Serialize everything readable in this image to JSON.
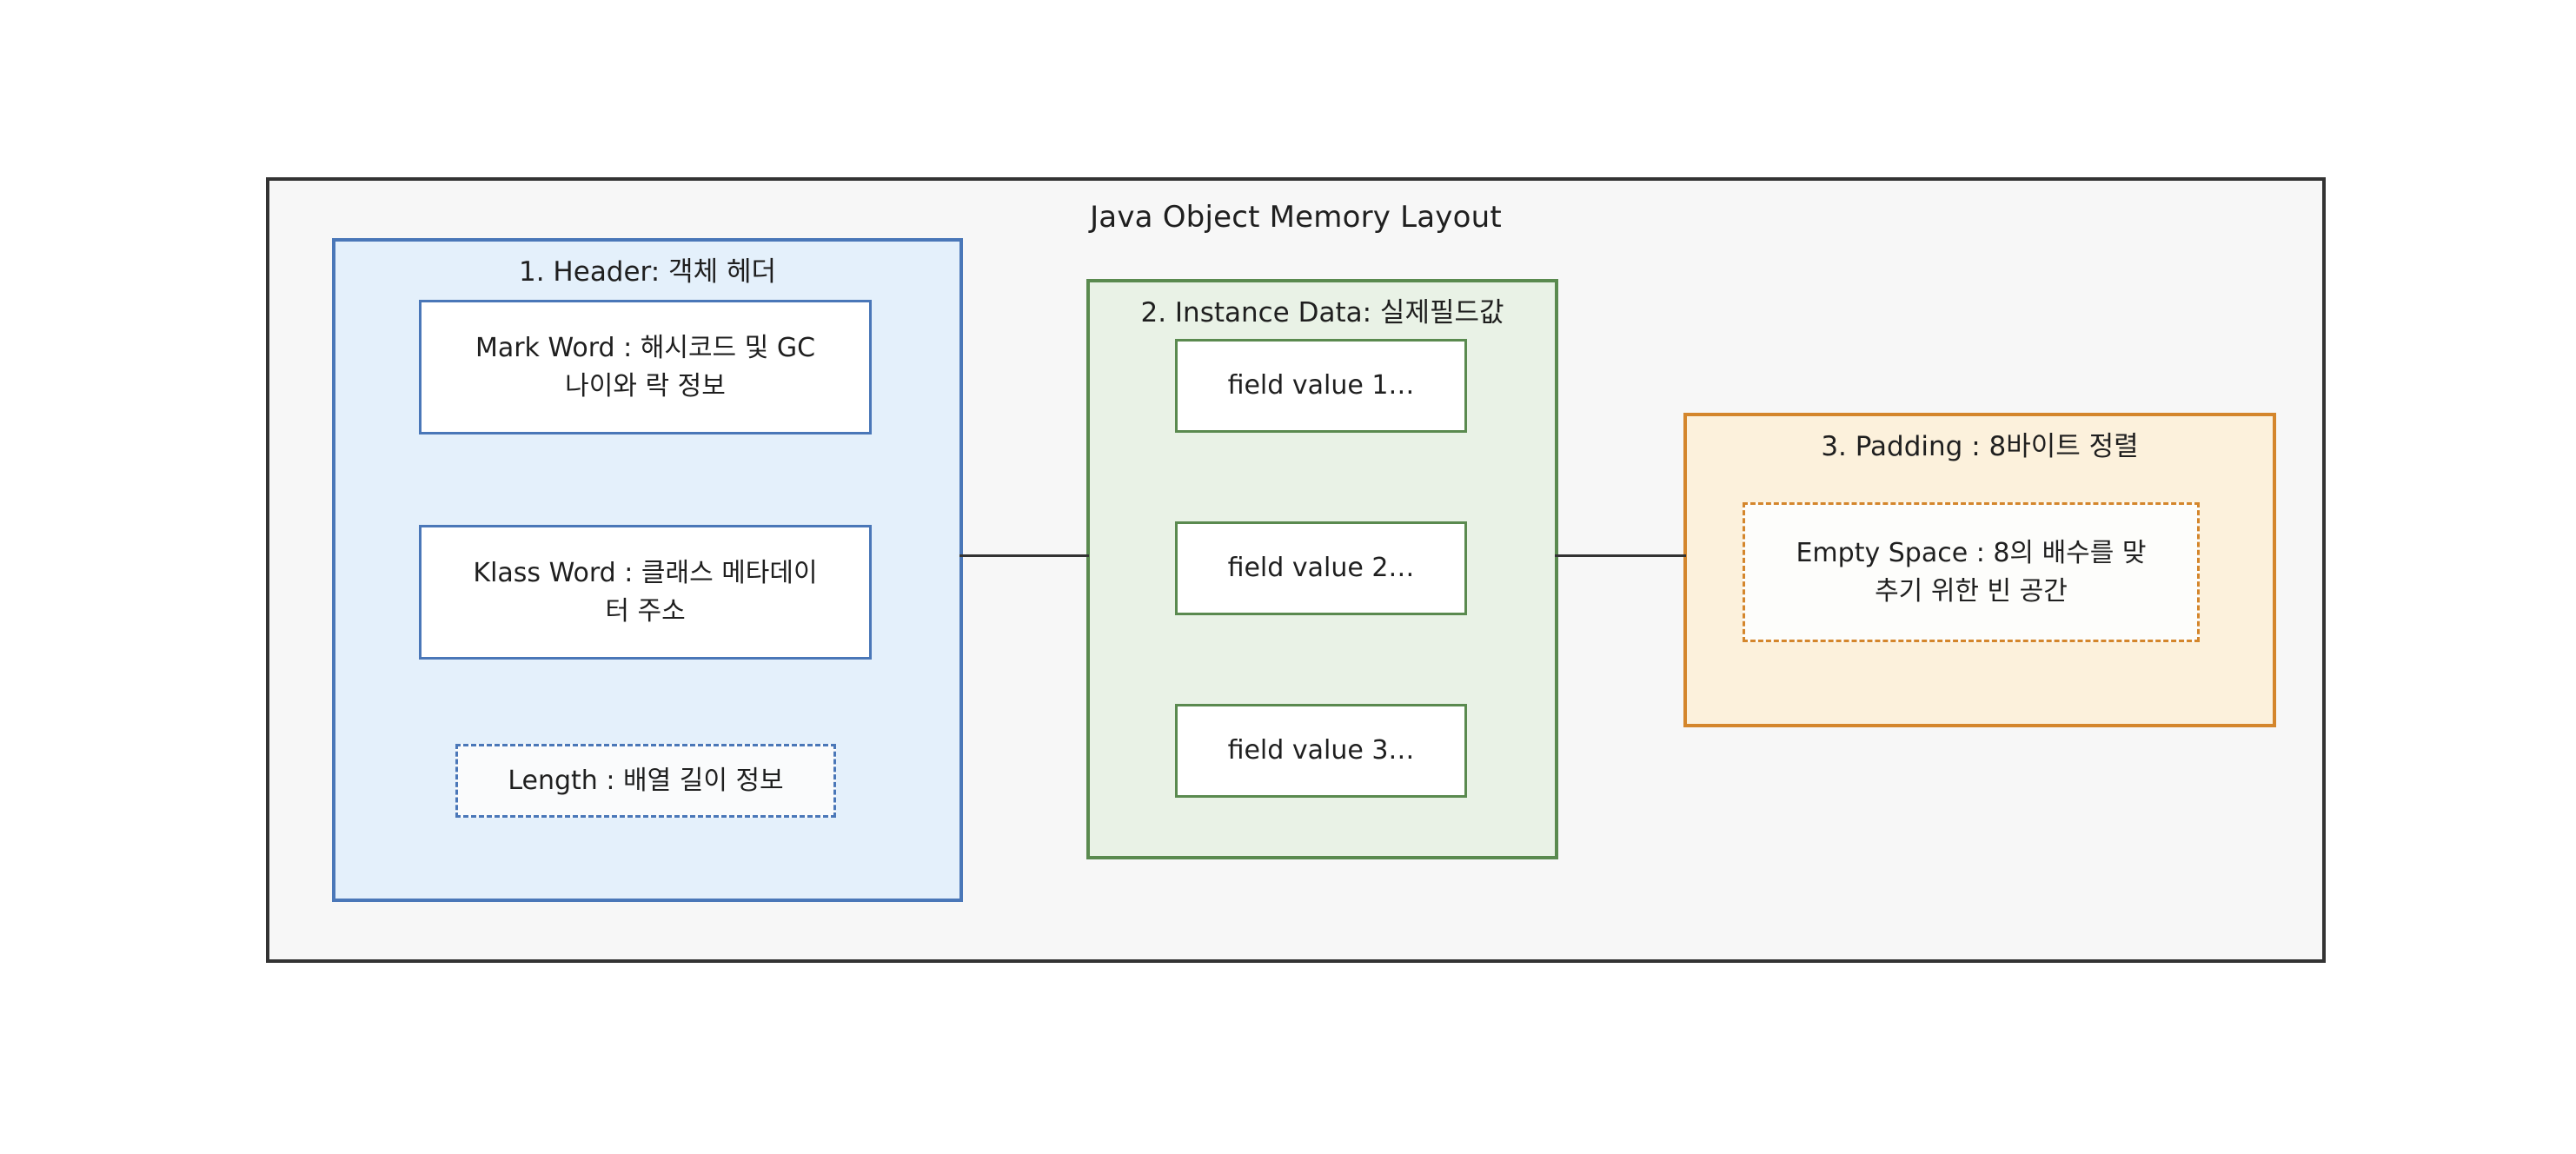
{
  "diagram": {
    "title": "Java Object Memory Layout",
    "type": "block-diagram",
    "colors": {
      "frame_border": "#333333",
      "frame_fill": "#f7f7f7",
      "header_border": "#4a77b8",
      "header_fill": "#e4f0fb",
      "instance_border": "#5a8a4f",
      "instance_fill": "#e9f2e6",
      "padding_border": "#d4862c",
      "padding_fill": "#fcf1dc",
      "connector": "#333333",
      "text": "#1f1f1f"
    },
    "sections": {
      "header": {
        "title": "1. Header: 객체 헤더",
        "items": [
          {
            "label": "Mark Word : 해시코드 및 GC\n나이와 락 정보",
            "style": "solid"
          },
          {
            "label": "Klass Word : 클래스 메타데이\n터 주소",
            "style": "solid"
          },
          {
            "label": "Length : 배열 길이 정보",
            "style": "dashed"
          }
        ]
      },
      "instance_data": {
        "title": "2. Instance Data: 실제필드값",
        "items": [
          {
            "label": "field value 1…",
            "style": "solid"
          },
          {
            "label": "field value 2…",
            "style": "solid"
          },
          {
            "label": "field value 3…",
            "style": "solid"
          }
        ]
      },
      "padding": {
        "title": "3. Padding : 8바이트 정렬",
        "items": [
          {
            "label": "Empty Space : 8의 배수를 맞\n추기 위한 빈 공간",
            "style": "dashed"
          }
        ]
      }
    },
    "connectors": [
      {
        "from": "header",
        "to": "instance_data"
      },
      {
        "from": "instance_data",
        "to": "padding"
      }
    ]
  }
}
